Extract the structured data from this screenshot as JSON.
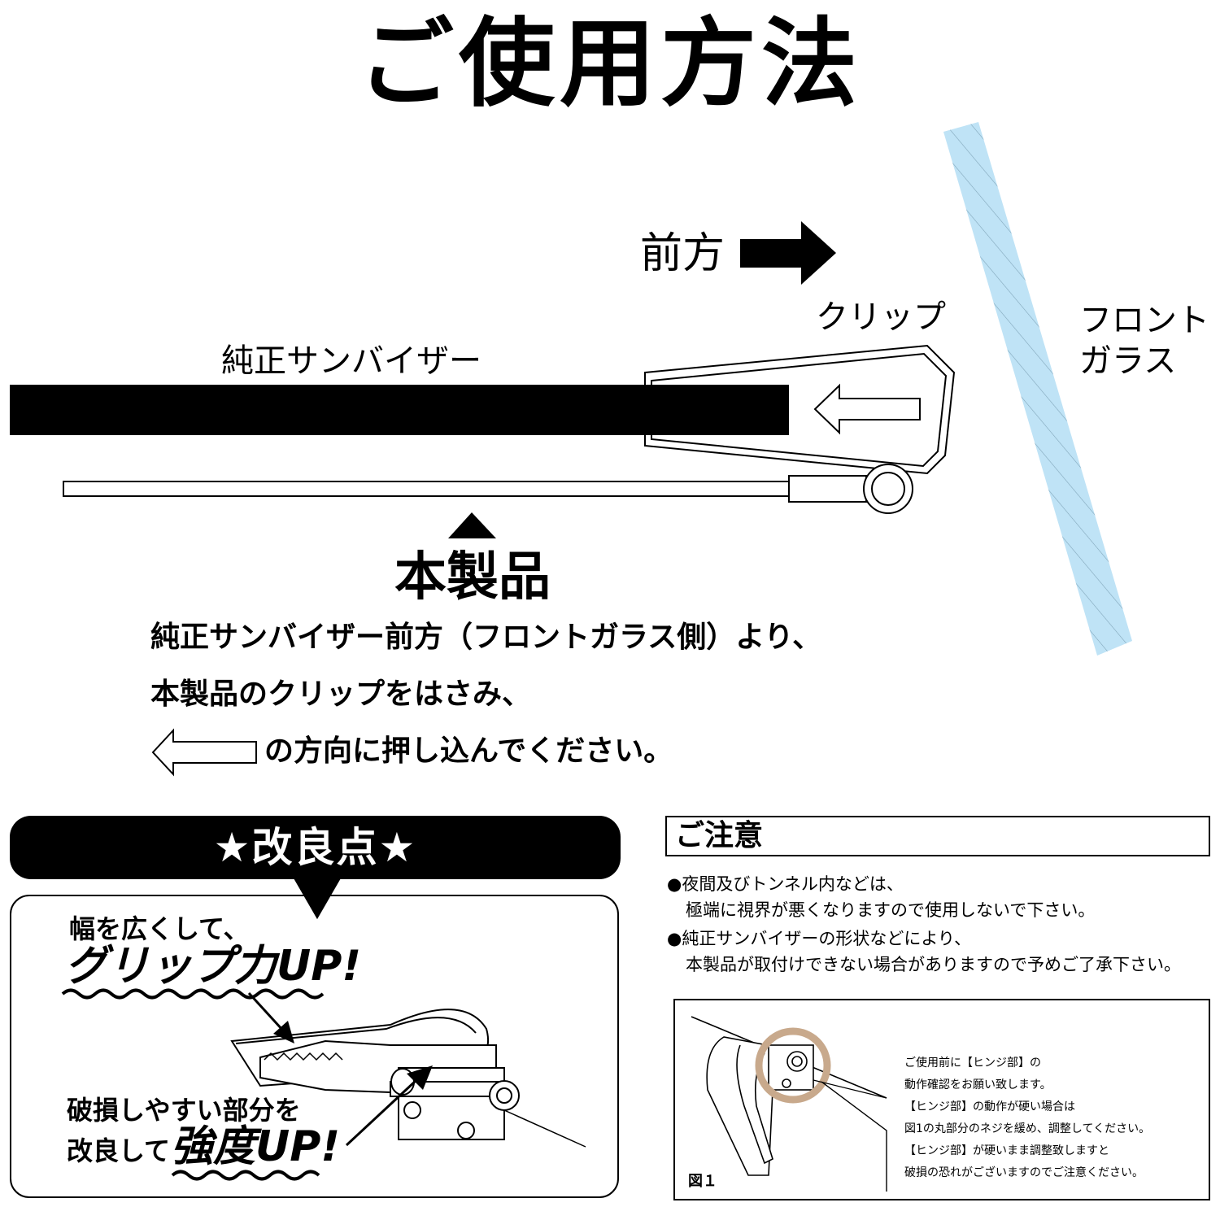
{
  "title": "ご使用方法",
  "diagram": {
    "front_label": "前方",
    "clip_label": "クリップ",
    "windshield_label_line1": "フロント",
    "windshield_label_line2": "ガラス",
    "visor_label": "純正サンバイザー",
    "windshield_color": "#bfe3f6",
    "visor_color": "#000000"
  },
  "product": {
    "title": "本製品",
    "line1": "純正サンバイザー前方（フロントガラス側）より、",
    "line2": "本製品のクリップをはさみ、",
    "line3": "の方向に押し込んでください。"
  },
  "improvement": {
    "banner": "★改良点★",
    "point1_line1": "幅を広くして、",
    "point1_big": "グリップ力UP!",
    "point2_line1": "破損しやすい部分を",
    "point2_line2": "改良して",
    "point2_big": "強度UP!"
  },
  "notice": {
    "title": "ご注意",
    "items": [
      {
        "bullet": "●",
        "line1": "夜間及びトンネル内などは、",
        "line2": "極端に視界が悪くなりますので使用しないで下さい。"
      },
      {
        "bullet": "●",
        "line1": "純正サンバイザーの形状などにより、",
        "line2": "本製品が取付けできない場合がありますので予めご了承下さい。"
      }
    ]
  },
  "figure": {
    "label": "図１",
    "lines": [
      "ご使用前に【ヒンジ部】の",
      "動作確認をお願い致します。",
      "【ヒンジ部】の動作が硬い場合は",
      "図1の丸部分のネジを緩め、調整してください。",
      "【ヒンジ部】が硬いまま調整致しますと",
      "破損の恐れがございますのでご注意ください。"
    ],
    "ring_color": "#c8a98c"
  }
}
